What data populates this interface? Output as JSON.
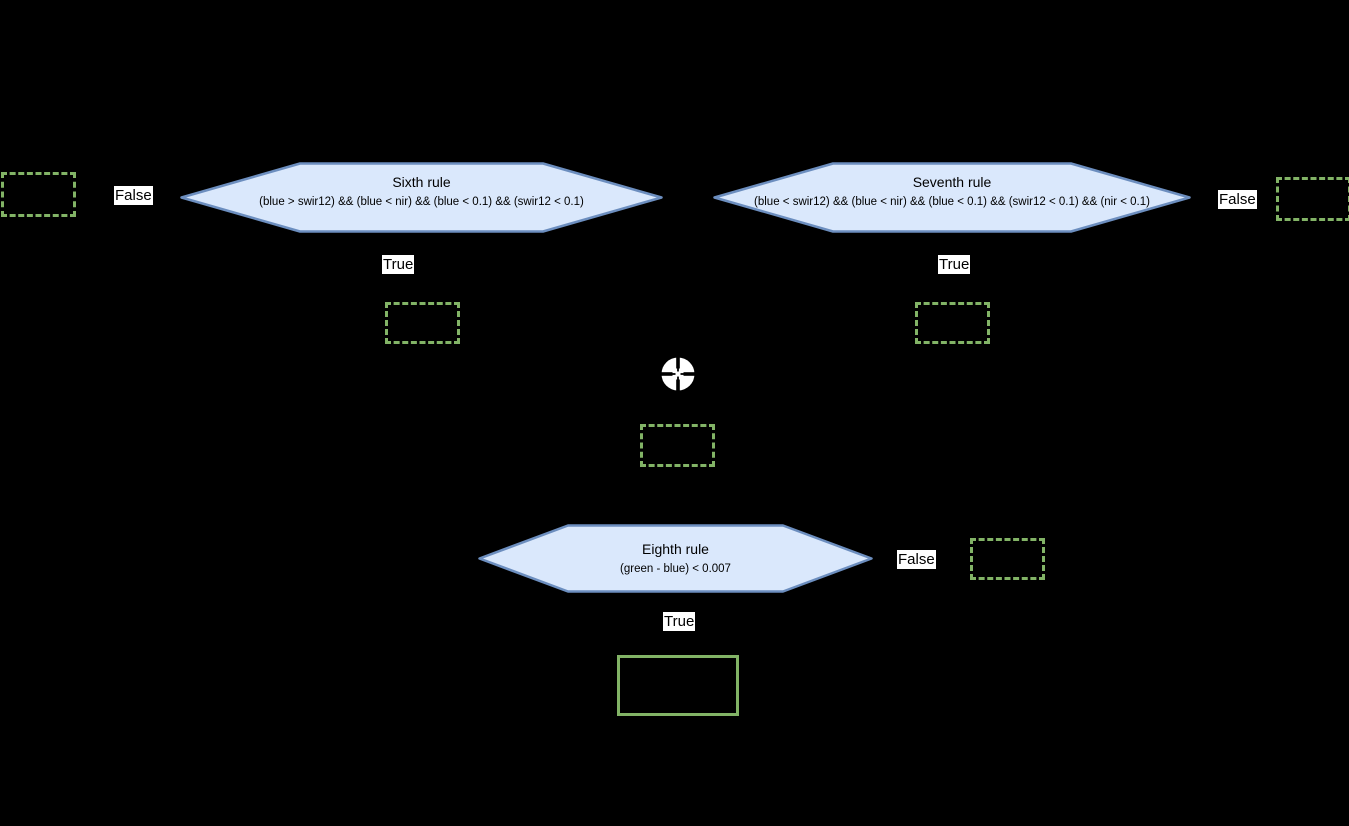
{
  "diagram": {
    "background": "#000000",
    "nodes": {
      "sixth": {
        "title": "Sixth rule",
        "condition": "(blue > swir12) && (blue < nir) && (blue < 0.1) && (swir12 < 0.1)"
      },
      "seventh": {
        "title": "Seventh rule",
        "condition": "(blue < swir12) && (blue < nir) && (blue < 0.1) && (swir12 < 0.1) && (nir < 0.1)"
      },
      "eighth": {
        "title": "Eighth rule",
        "condition": "(green - blue) < 0.007"
      }
    },
    "edge_labels": {
      "sixth_false": "False",
      "sixth_true": "True",
      "seventh_true": "True",
      "seventh_false": "False",
      "eighth_false": "False",
      "eighth_true": "True"
    },
    "icons": {
      "crosshair": "crosshair-target"
    },
    "colors": {
      "decision_fill": "#dae8fc",
      "decision_stroke": "#6c8ebf",
      "placeholder_stroke": "#82b366",
      "result_stroke": "#82b366",
      "label_bg": "#ffffff",
      "label_text": "#000000"
    }
  }
}
